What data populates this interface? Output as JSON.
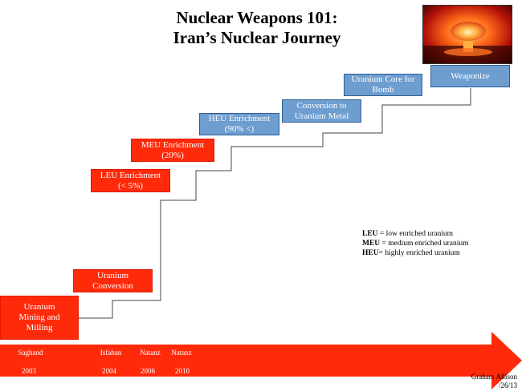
{
  "title": {
    "line1": "Nuclear Weapons 101:",
    "line2": "Iran’s Nuclear Journey"
  },
  "stages": [
    {
      "lines": [
        "Uranium",
        "Mining and",
        "Milling"
      ],
      "color": "#ff2a0a"
    },
    {
      "lines": [
        "Uranium",
        "Conversion"
      ],
      "color": "#ff2a0a"
    },
    {
      "lines": [
        "LEU Enrichment",
        "(< 5%)"
      ],
      "color": "#ff2a0a"
    },
    {
      "lines": [
        "MEU Enrichment",
        "(20%)"
      ],
      "color": "#ff2a0a"
    },
    {
      "lines": [
        "HEU Enrichment",
        "(90% <)"
      ],
      "color": "#6e9dd0"
    },
    {
      "lines": [
        "Conversion to",
        "Uranium Metal"
      ],
      "color": "#6e9dd0"
    },
    {
      "lines": [
        "Uranium Core for",
        "Bomb"
      ],
      "color": "#6e9dd0"
    },
    {
      "lines": [
        "Weaponize"
      ],
      "color": "#6e9dd0"
    }
  ],
  "legend": [
    {
      "abbr": "LEU",
      "text": " = low enriched uranium"
    },
    {
      "abbr": "MEU",
      "text": " = medium enriched uranium"
    },
    {
      "abbr": "HEU",
      "text": "= highly enriched uranium"
    }
  ],
  "timeline": [
    {
      "site": "Saghand",
      "year": "2003"
    },
    {
      "site": "Isfahan",
      "year": "2004"
    },
    {
      "site": "Natanz",
      "year": "2006"
    },
    {
      "site": "Natanz",
      "year": "2010"
    }
  ],
  "credit": {
    "line1": "Graham Allison",
    "line2": "/26/13"
  },
  "colors": {
    "red": "#ff2a0a",
    "blue": "#6e9dd0",
    "arrow": "#ff2a0a"
  }
}
